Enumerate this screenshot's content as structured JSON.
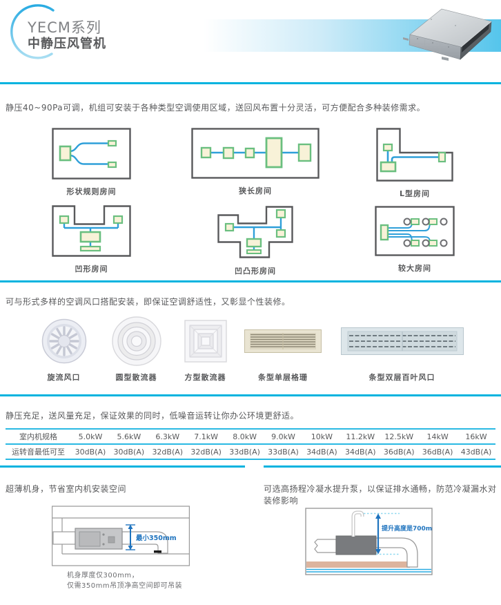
{
  "header": {
    "series": "YECM系列",
    "product": "中静压风管机"
  },
  "section1": {
    "intro": "静压40~90Pa可调，机组可安装于各种类型空调使用区域，送回风布置十分灵活，可方便配合多种装修需求。",
    "rooms": [
      {
        "label": "形状规则房间"
      },
      {
        "label": "狭长房间"
      },
      {
        "label": "L型房间"
      },
      {
        "label": "凹形房间"
      },
      {
        "label": "凹凸形房间"
      },
      {
        "label": "较大房间"
      }
    ]
  },
  "section2": {
    "intro": "可与形式多样的空调风口搭配安装，即保证空调舒适性，又彰显个性装修。",
    "outlets": [
      {
        "label": "旋流风口"
      },
      {
        "label": "圆型散流器"
      },
      {
        "label": "方型散流器"
      },
      {
        "label": "条型单层格珊"
      },
      {
        "label": "条型双层百叶风口"
      }
    ]
  },
  "section3": {
    "intro": "静压充足，送风量充足，保证效果的同时，低噪音运转让你办公环境更舒适。",
    "table": {
      "row1_header": "室内机规格",
      "row2_header": "运转音最低可至",
      "specs": [
        "5.0kW",
        "5.6kW",
        "6.3kW",
        "7.1kW",
        "8.0kW",
        "9.0kW",
        "10kW",
        "11.2kW",
        "12.5kW",
        "14kW",
        "16kW"
      ],
      "noise": [
        "30dB(A)",
        "30dB(A)",
        "32dB(A)",
        "32dB(A)",
        "33dB(A)",
        "33dB(A)",
        "34dB(A)",
        "34dB(A)",
        "36dB(A)",
        "36dB(A)",
        "43dB(A)"
      ]
    }
  },
  "section4": {
    "left": {
      "heading": "超薄机身，节省室内机安装空间",
      "dim_label": "最小350mm",
      "caption_line1": "机身厚度仅300mm，",
      "caption_line2": "仅需350mm吊顶净高空间即可吊装"
    },
    "right": {
      "heading": "可选高扬程冷凝水提升泵，以保证排水通畅，防范冷凝漏水对装修影响",
      "dim_label": "提升高度是700mm"
    }
  },
  "colors": {
    "divider_cyan": "#00b3df",
    "table_border_cyan": "#29b9e3",
    "duct_blue": "#2e9fd9",
    "unit_green": "#6abf7f",
    "unit_cream": "#f8f2d8",
    "dimension_blue": "#1e73be",
    "band_blue": "#55c5ec"
  }
}
